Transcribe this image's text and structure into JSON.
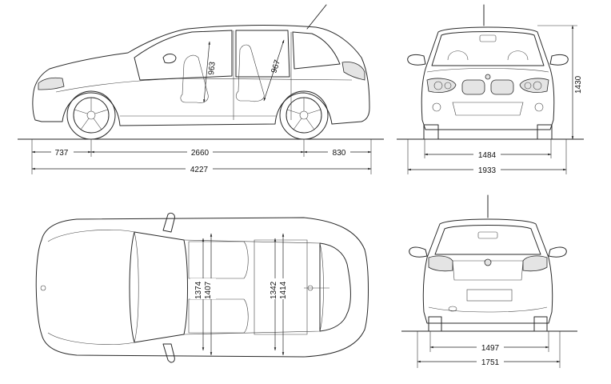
{
  "side_view": {
    "dims": {
      "front_overhang": "737",
      "wheelbase": "2660",
      "rear_overhang": "830",
      "length": "4227",
      "headroom_front": "963",
      "headroom_rear": "967"
    }
  },
  "front_view": {
    "dims": {
      "track_front": "1484",
      "width": "1933",
      "height": "1430"
    }
  },
  "top_view": {
    "dims": {
      "shoulder_front": "1374",
      "elbow_front": "1407",
      "shoulder_rear": "1342",
      "elbow_rear": "1414"
    }
  },
  "rear_view": {
    "dims": {
      "track_rear": "1497",
      "body_width": "1751"
    }
  }
}
